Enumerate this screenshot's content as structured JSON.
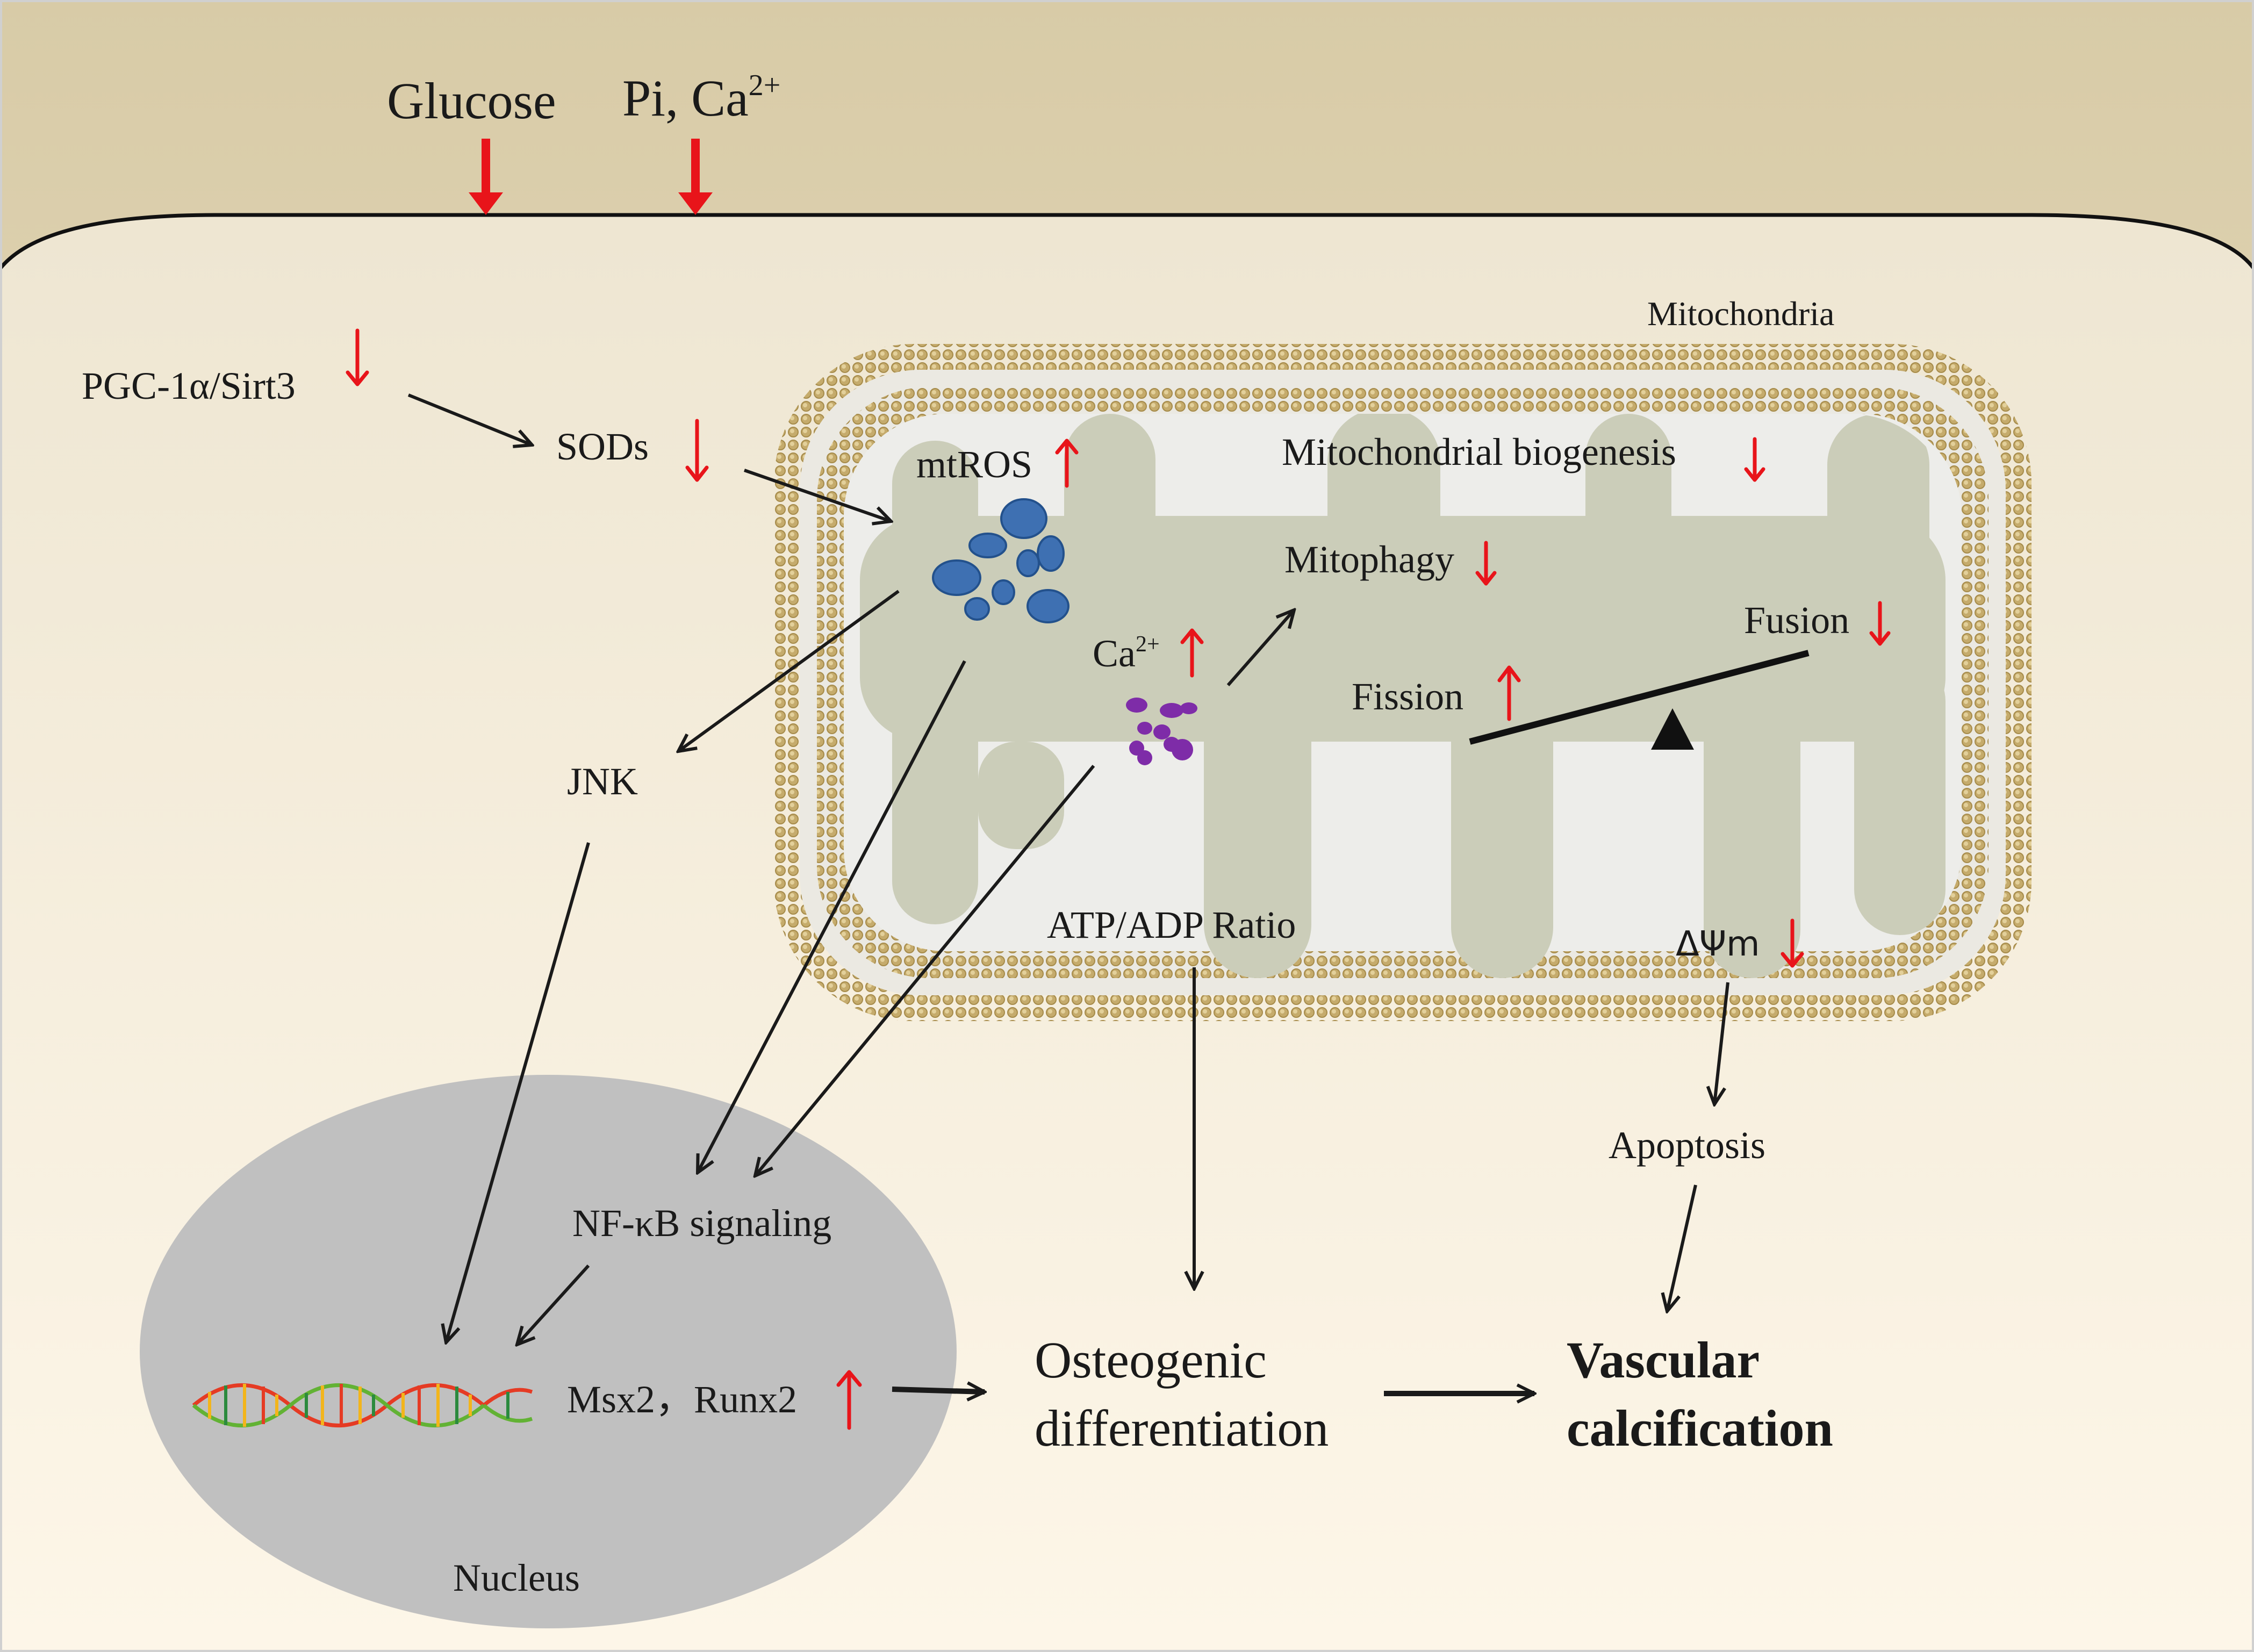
{
  "labels": {
    "glucose": "Glucose",
    "pi_ca": "Pi, Ca",
    "pi_ca_sup": "2+",
    "mitochondria": "Mitochondria",
    "pgc": "PGC-1α/Sirt3",
    "sods": "SODs",
    "mtros": "mtROS",
    "mito_biogenesis": "Mitochondrial biogenesis",
    "mitophagy": "Mitophagy",
    "ca_mito": "Ca",
    "ca_mito_sup": "2+",
    "fusion": "Fusion",
    "fission": "Fission",
    "jnk": "JNK",
    "atp_adp": "ATP/ADP Ratio",
    "delta_psi": "ΔΨm",
    "apoptosis": "Apoptosis",
    "nfkb": "NF-κB signaling",
    "msx_runx": "Msx2，Runx2",
    "osteo_line1": "Osteogenic",
    "osteo_line2": "differentiation",
    "vascular_line1": "Vascular",
    "vascular_line2": "calcification",
    "nucleus": "Nucleus"
  },
  "colors": {
    "extracellular_top": "#d8cba7",
    "extracellular_bottom": "#efe5cc",
    "cytoplasm_top": "#eee6d2",
    "cytoplasm_bottom": "#fdf6e8",
    "mito_matrix": "#ededea",
    "mito_cristae": "#cbcdb9",
    "membrane_bead": "#c5ab6c",
    "nucleus": "#c0c0c0",
    "ros": "#3e70b2",
    "calcium": "#7e2ca8",
    "indicator_red": "#e8141a",
    "dna_colors": [
      "#e53b24",
      "#f3b51b",
      "#62b234",
      "#2c8a3e"
    ]
  },
  "icons": {
    "up": "red-up-arrow-icon",
    "down": "red-down-arrow-icon",
    "balance": "balance-scale-icon",
    "dna": "dna-helix-icon"
  }
}
